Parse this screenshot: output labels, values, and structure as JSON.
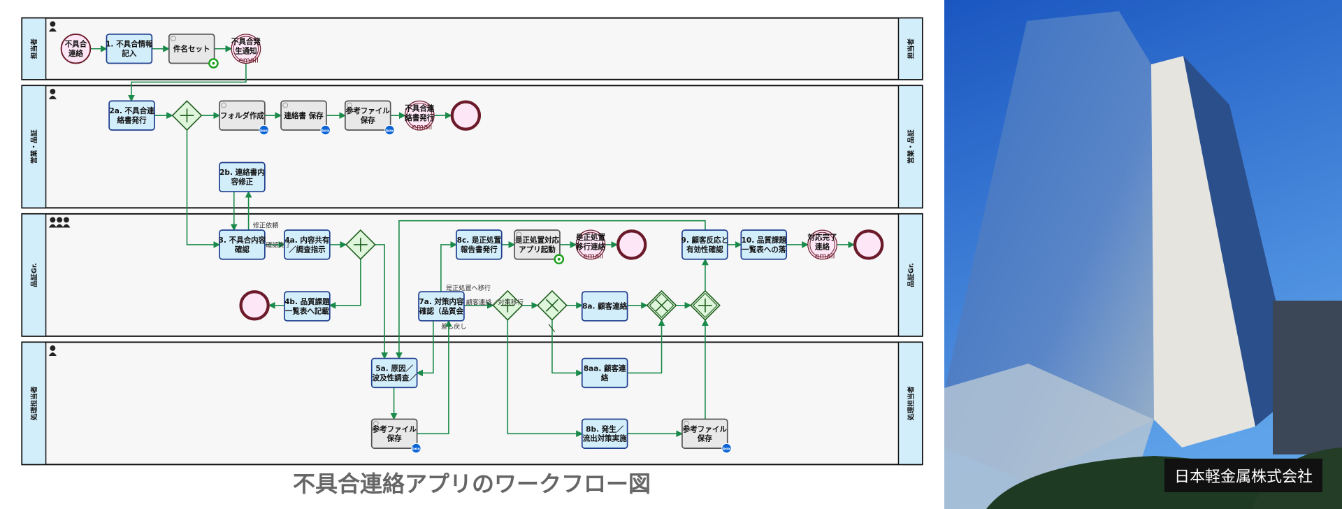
{
  "lanes": [
    {
      "label": "担当者"
    },
    {
      "label": "営業・品証"
    },
    {
      "label": "品証Gr."
    },
    {
      "label": "処理担当者"
    }
  ],
  "nodes": {
    "start1": [
      "不具合",
      "連絡"
    ],
    "t1": [
      "1. 不具合情報",
      "記入"
    ],
    "subject": [
      "件名セット"
    ],
    "mail1": [
      "不具合発",
      "生通知"
    ],
    "t2a": [
      "2a. 不具合連",
      "絡書発行"
    ],
    "folder": [
      "フォルダ作成"
    ],
    "save1": [
      "連絡書 保存"
    ],
    "ref1": [
      "参考ファイル",
      "保存"
    ],
    "mail2": [
      "不具合連",
      "絡書発行"
    ],
    "t2b": [
      "2b. 連絡書内",
      "容修正"
    ],
    "t3": [
      "3. 不具合内容",
      "確認"
    ],
    "t4a": [
      "4a. 内容共有",
      "／調査指示"
    ],
    "t4b": [
      "4b. 品質課題",
      "一覧表へ記載"
    ],
    "t7a": [
      "7a. 対策内容",
      "確認（品質会"
    ],
    "t8c": [
      "8c. 是正処置",
      "報告書発行"
    ],
    "app": [
      "是正処置対応",
      "アプリ起動"
    ],
    "mail3": [
      "是正処置",
      "移行連絡"
    ],
    "t8a": [
      "8a. 顧客連絡"
    ],
    "t9": [
      "9. 顧客反応と",
      "有効性確認"
    ],
    "t10": [
      "10. 品質課題",
      "一覧表への落"
    ],
    "mail4": [
      "対応完了",
      "連絡"
    ],
    "t5a": [
      "5a. 原因／",
      "波及性調査／"
    ],
    "ref2": [
      "参考ファイル",
      "保存"
    ],
    "t8aa": [
      "8aa. 顧客連",
      "絡"
    ],
    "t8b": [
      "8b. 発生／",
      "流出対策実施"
    ],
    "ref3": [
      "参考ファイル",
      "保存"
    ]
  },
  "email_label": "email",
  "box_badge": "box",
  "edge_labels": {
    "revise": "修正依頼",
    "confirmed": "確認完了",
    "to_corrective": "是正処置へ移行",
    "customer_or_measure": "顧客連絡／対策移行",
    "sendback": "差し戻し"
  },
  "colors": {
    "edge": "#1a8a4a",
    "task_fill": "#d3eefb",
    "task_stroke": "#1f3e8f",
    "service_fill": "#e8e8e8",
    "gateway_fill": "#dff5dc",
    "event_stroke": "#6b1a2a",
    "event_fill": "#fde6f5",
    "lane_label_fill": "#d2eefb"
  },
  "caption": "不具合連絡アプリのワークフロー図",
  "photo": {
    "caption": "日本軽金属株式会社"
  }
}
